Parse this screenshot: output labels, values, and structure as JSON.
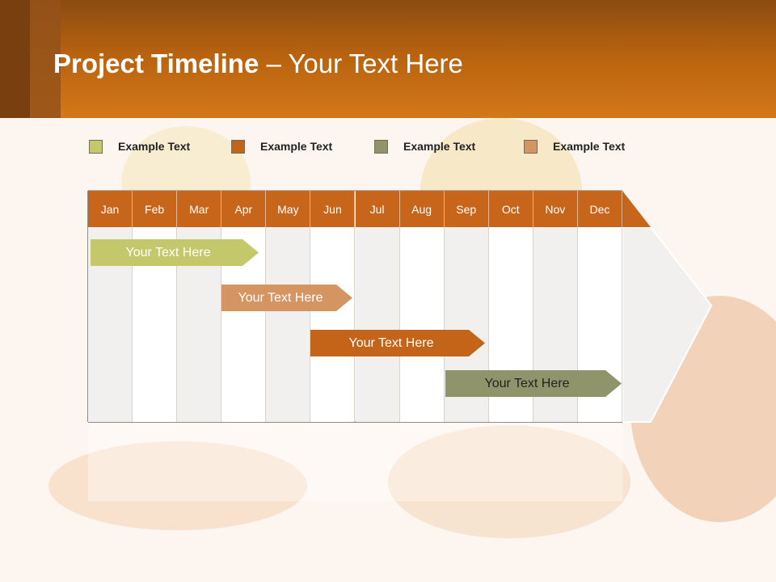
{
  "slide": {
    "title_bold": "Project Timeline",
    "title_rest": " – Your Text Here"
  },
  "legend": [
    {
      "label": "Example Text",
      "color": "#c5c86a"
    },
    {
      "label": "Example Text",
      "color": "#c36418"
    },
    {
      "label": "Example Text",
      "color": "#8f946a"
    },
    {
      "label": "Example Text",
      "color": "#d49563"
    }
  ],
  "timeline": {
    "months": [
      "Jan",
      "Feb",
      "Mar",
      "Apr",
      "May",
      "Jun",
      "Jul",
      "Aug",
      "Sep",
      "Oct",
      "Nov",
      "Dec"
    ],
    "header_color": "#c7661b",
    "tasks": [
      {
        "label": "Your  Text Here",
        "color": "#c5c86a"
      },
      {
        "label": "Your  Text Here",
        "color": "#d49563"
      },
      {
        "label": "Your  Text Here",
        "color": "#c36418"
      },
      {
        "label": "Your  Text Here",
        "color": "#8f946a"
      }
    ]
  },
  "colors": {
    "header_top": "#8a4c10",
    "header_bottom": "#d27818",
    "background": "#fdf6f0"
  }
}
